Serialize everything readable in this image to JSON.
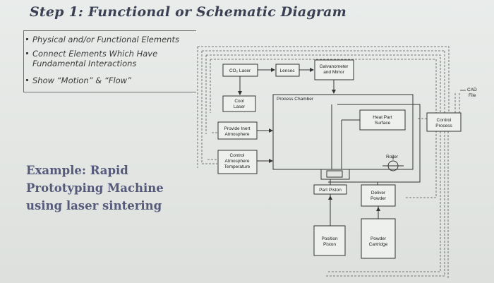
{
  "slide": {
    "title": "Step 1: Functional or Schematic Diagram",
    "bullets": [
      "Physical and/or Functional Elements",
      "Connect Elements Which Have",
      "Fundamental Interactions",
      "Show “Motion” & “Flow”"
    ],
    "example": [
      "Example: Rapid",
      "Prototyping Machine",
      "using laser sintering"
    ]
  },
  "diagram": {
    "co2_laser": "CO₂ Laser",
    "lenses": "Lenses",
    "galvanometer": [
      "Galvanometer",
      "and Mirror"
    ],
    "cool_laser": [
      "Cool",
      "Laser"
    ],
    "process_chamber": "Process Chamber",
    "provide_inert": [
      "Provide Inert",
      "Atmosphere"
    ],
    "control_atmosphere": [
      "Control",
      "Atmosphere",
      "Temperature"
    ],
    "heat_part": [
      "Heat Part",
      "Surface"
    ],
    "roller": "Roller",
    "control_process": [
      "Control",
      "Process"
    ],
    "cad_file": [
      "CAD",
      "File"
    ],
    "part_piston": "Part Piston",
    "deliver_powder": [
      "Deliver",
      "Powder"
    ],
    "position_piston": [
      "Position",
      "Piston"
    ],
    "powder_cartridge": [
      "Powder",
      "Cartridge"
    ]
  }
}
